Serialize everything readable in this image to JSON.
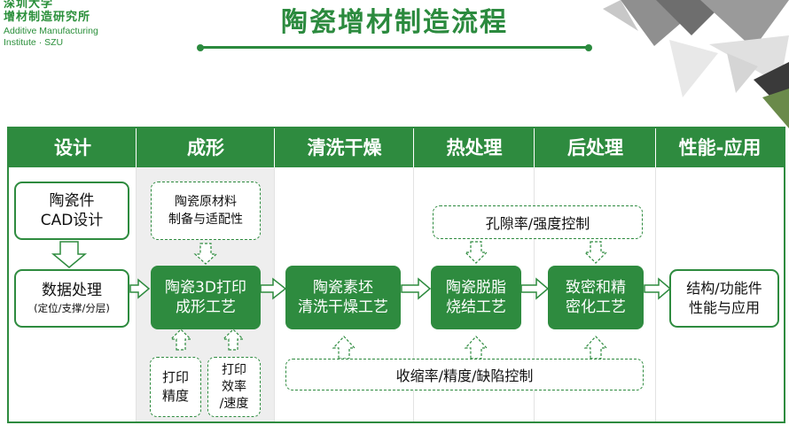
{
  "logo": {
    "cn": "深圳大学\n增材制造研究所",
    "en1": "Additive Manufacturing",
    "en2": "Institute · SZU"
  },
  "title": "陶瓷增材制造流程",
  "stages": [
    "设计",
    "成形",
    "清洗干燥",
    "热处理",
    "后处理",
    "性能-应用"
  ],
  "boxes": {
    "cad": "陶瓷件\nCAD设计",
    "data_title": "数据处理",
    "data_sub": "(定位/支撑/分层)",
    "material": "陶瓷原材料\n制备与适配性",
    "print": "陶瓷3D打印\n成形工艺",
    "print_precision": "打印\n精度",
    "print_speed": "打印\n效率\n/速度",
    "clean": "陶瓷素坯\n清洗干燥工艺",
    "sinter": "陶瓷脱脂\n烧结工艺",
    "porosity": "孔隙率/强度控制",
    "densify": "致密和精\n密化工艺",
    "shrink": "收缩率/精度/缺陷控制",
    "result": "结构/功能件\n性能与应用"
  },
  "colors": {
    "accent": "#2e8b3f",
    "title": "#2b8a3e"
  }
}
